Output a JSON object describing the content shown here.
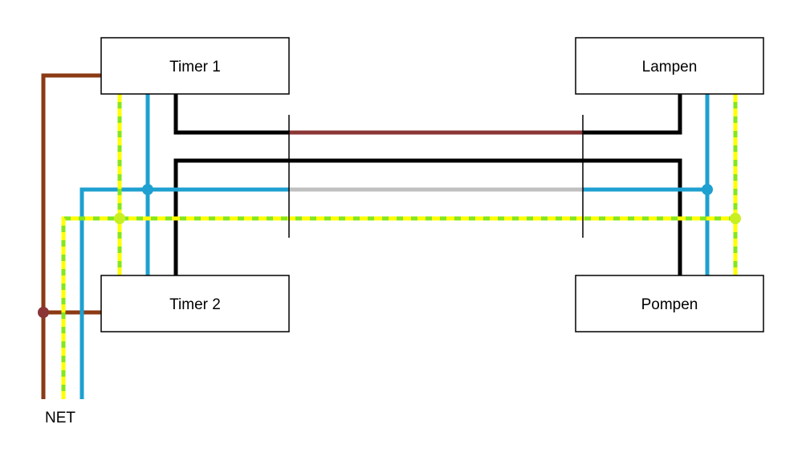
{
  "boxes": {
    "timer1": "Timer 1",
    "timer2": "Timer 2",
    "lampen": "Lampen",
    "pompen": "Pompen"
  },
  "net_label": "NET",
  "colors": {
    "brown": "#8b3a14",
    "dark_red": "#8b3535",
    "blue": "#1ea0d0",
    "black": "#000000",
    "gray": "#c0c0c0",
    "earth_green": "#86e61e",
    "earth_yellow": "#ffff00"
  }
}
